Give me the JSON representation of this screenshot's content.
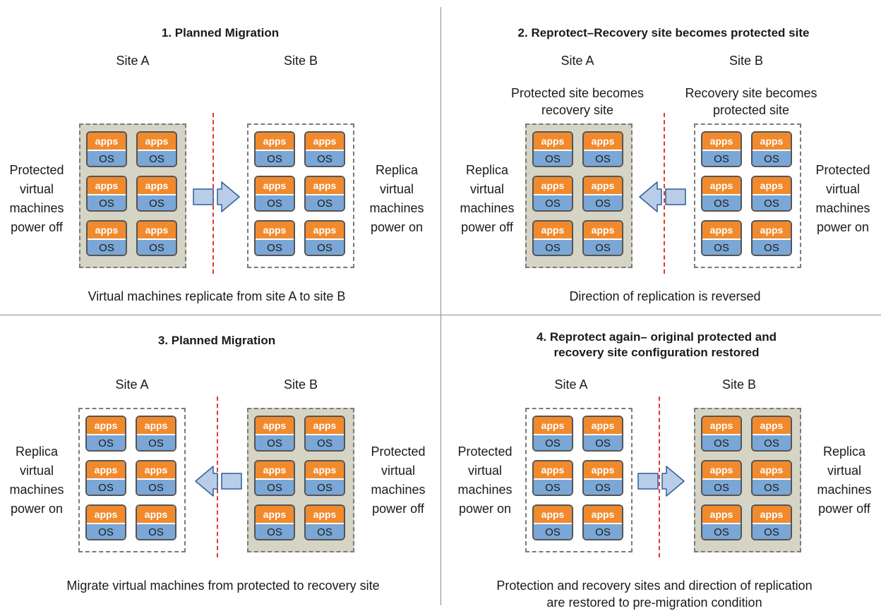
{
  "colors": {
    "apps_fill": "#f18a2c",
    "os_fill": "#7aa7d6",
    "protected_site_fill": "#d6d4c5",
    "divider": "#e03a2a",
    "arrow_fill": "#b9cde8",
    "arrow_stroke": "#2f5f9e"
  },
  "vm": {
    "apps_label": "apps",
    "os_label": "OS"
  },
  "panels": [
    {
      "title": "1. Planned Migration",
      "site_a": "Site A",
      "site_b": "Site B",
      "left_label": "Protected\nvirtual\nmachines\npower off",
      "right_label": "Replica\nvirtual\nmachines\npower on",
      "caption": "Virtual machines replicate from site A to site B",
      "arrow_direction": "right",
      "filled_box": "left"
    },
    {
      "title": "2. Reprotect–Recovery site becomes protected site",
      "site_a": "Site A",
      "site_b": "Site B",
      "sub_a": "Protected site becomes\nrecovery site",
      "sub_b": "Recovery site becomes\nprotected site",
      "left_label": "Replica\nvirtual\nmachines\npower off",
      "right_label": "Protected\nvirtual\nmachines\npower on",
      "caption": "Direction of replication is reversed",
      "arrow_direction": "left",
      "filled_box": "left"
    },
    {
      "title": "3. Planned Migration",
      "site_a": "Site A",
      "site_b": "Site B",
      "left_label": "Replica\nvirtual\nmachines\npower on",
      "right_label": "Protected\nvirtual\nmachines\npower off",
      "caption": "Migrate virtual machines from protected to recovery site",
      "arrow_direction": "left",
      "filled_box": "right"
    },
    {
      "title": "4. Reprotect again– original protected and\nrecovery site configuration restored",
      "site_a": "Site A",
      "site_b": "Site B",
      "left_label": "Protected\nvirtual\nmachines\npower on",
      "right_label": "Replica\nvirtual\nmachines\npower off",
      "caption": "Protection and recovery sites and direction of replication\nare restored to pre-migration condition",
      "arrow_direction": "right",
      "filled_box": "right"
    }
  ]
}
